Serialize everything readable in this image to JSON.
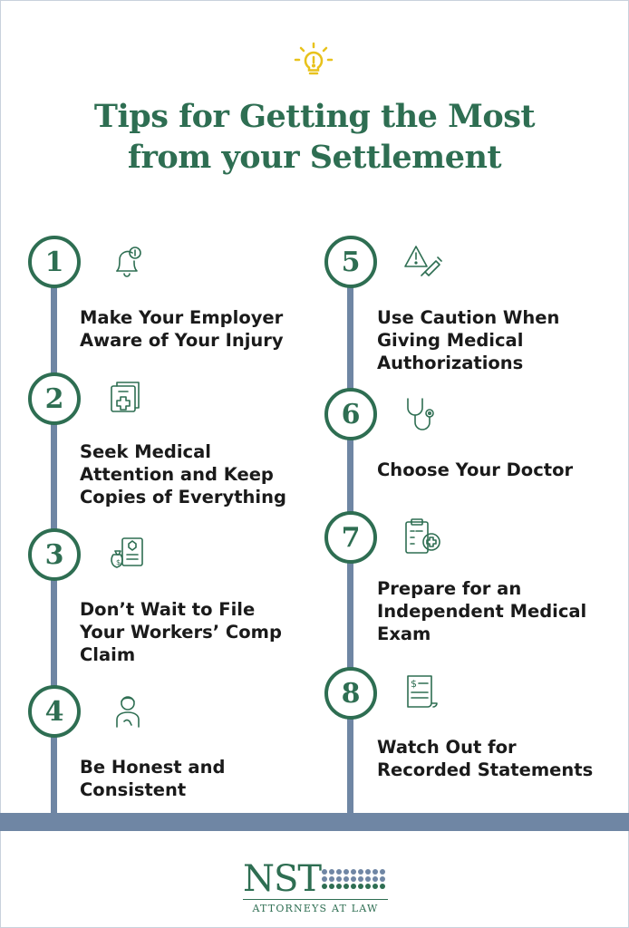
{
  "header": {
    "title_line1": "Tips for Getting the Most",
    "title_line2": "from your Settlement"
  },
  "tips": [
    {
      "number": "1",
      "icon": "alarm-bell-icon",
      "lines": [
        "Make Your Employer",
        "Aware of Your Injury"
      ]
    },
    {
      "number": "2",
      "icon": "medical-folder-icon",
      "lines": [
        "Seek Medical",
        "Attention and Keep",
        "Copies of Everything"
      ]
    },
    {
      "number": "3",
      "icon": "money-document-icon",
      "lines": [
        "Don’t Wait to File",
        "Your Workers’ Comp",
        "Claim"
      ]
    },
    {
      "number": "4",
      "icon": "honest-person-icon",
      "lines": [
        "Be Honest and",
        "Consistent"
      ]
    },
    {
      "number": "5",
      "icon": "caution-syringe-icon",
      "lines": [
        "Use Caution When",
        "Giving Medical",
        "Authorizations"
      ]
    },
    {
      "number": "6",
      "icon": "stethoscope-icon",
      "lines": [
        "Choose Your Doctor"
      ]
    },
    {
      "number": "7",
      "icon": "medical-clipboard-icon",
      "lines": [
        "Prepare for an",
        "Independent Medical",
        "Exam"
      ]
    },
    {
      "number": "8",
      "icon": "invoice-document-icon",
      "lines": [
        "Watch Out for",
        "Recorded Statements"
      ]
    }
  ],
  "logo": {
    "name": "NST",
    "subtitle": "ATTORNEYS AT LAW"
  },
  "colors": {
    "green": "#2e6e52",
    "slate": "#6f86a4",
    "bulb_yellow": "#e8c21c"
  }
}
